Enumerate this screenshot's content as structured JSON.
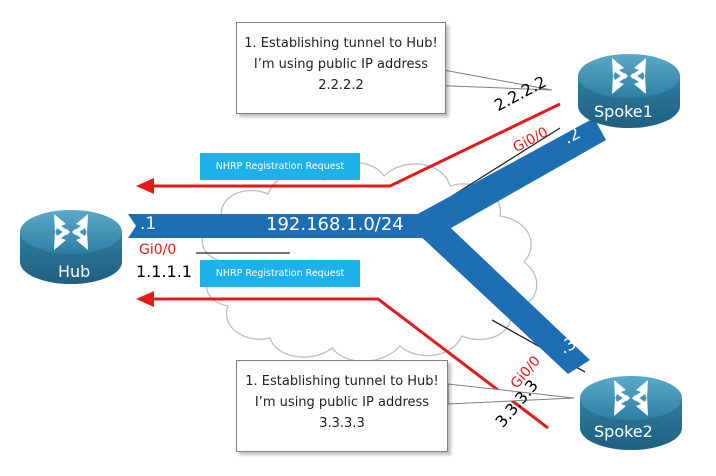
{
  "network": {
    "subnet": "192.168.1.0/24",
    "accent_color": "#1e6eb4",
    "arrow_color": "#e31b1b"
  },
  "routers": {
    "hub": {
      "name": "Hub",
      "interface": "Gi0/0",
      "public_ip": "1.1.1.1",
      "host_id": ".1"
    },
    "spoke1": {
      "name": "Spoke1",
      "interface": "Gi0/0",
      "public_ip": "2.2.2.2",
      "host_id": ".2"
    },
    "spoke2": {
      "name": "Spoke2",
      "interface": "Gi0/0",
      "public_ip": "3.3.3.3",
      "host_id": ".3"
    }
  },
  "messages": {
    "top": "NHRP Registration Request",
    "bottom": "NHRP Registration Request"
  },
  "callouts": {
    "spoke1": {
      "line1": "1. Establishing tunnel to Hub!",
      "line2": "I’m using public IP address",
      "line3": "2.2.2.2"
    },
    "spoke2": {
      "line1": "1. Establishing tunnel to Hub!",
      "line2": "I’m using public IP address",
      "line3": "3.3.3.3"
    }
  },
  "icons": {
    "router": "router-icon",
    "cloud": "cloud-icon"
  }
}
